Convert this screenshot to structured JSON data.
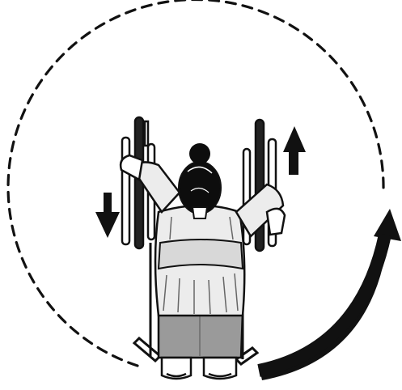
{
  "illustration": {
    "subject": "person-back-view-rotating-wheel-rotation-exercise",
    "line_color": "#111111",
    "skirt_color": "#9a9a9a",
    "hair_color": "#0d0d0d",
    "background": "#ffffff",
    "indicators": {
      "rotation_direction": "counterclockwise-up-right",
      "left_hand_motion": "down-arrow-icon",
      "right_hand_motion": "up-arrow-icon",
      "path": "dashed-circle"
    }
  }
}
